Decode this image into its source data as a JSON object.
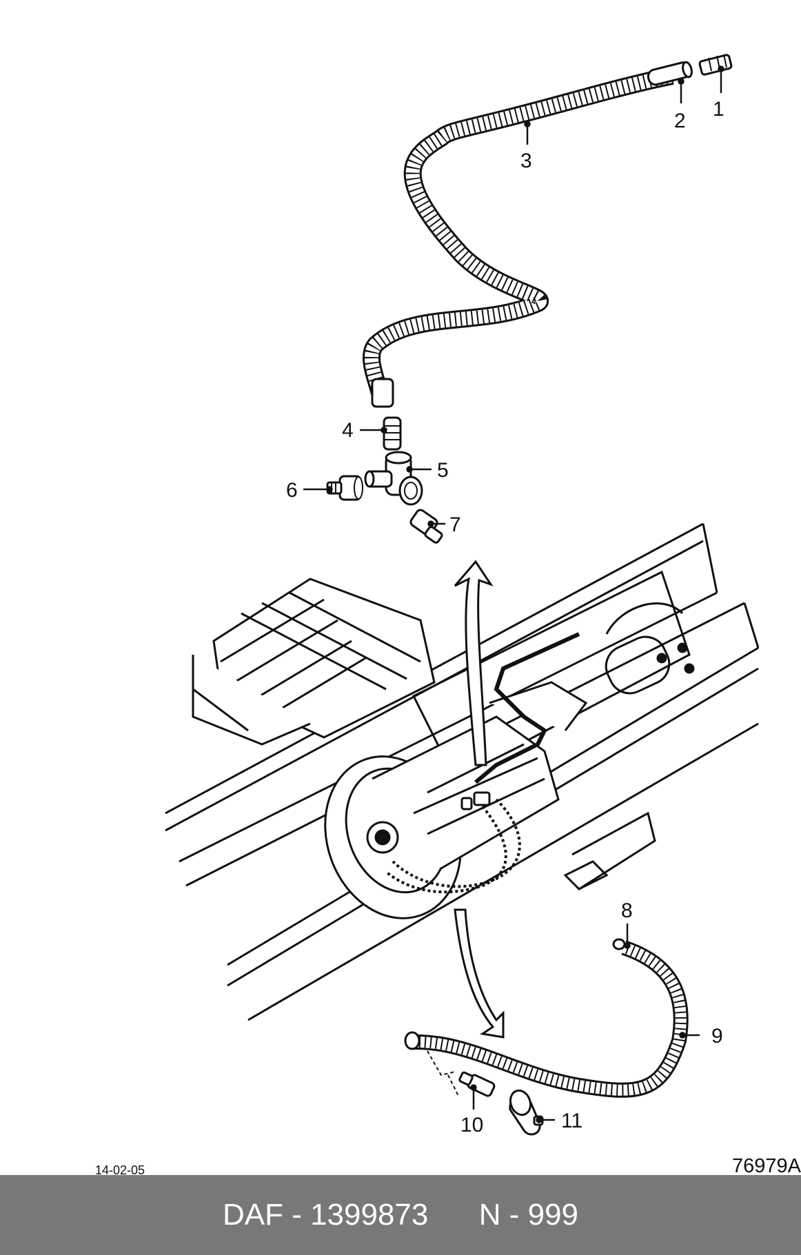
{
  "diagram": {
    "callouts": [
      {
        "id": "1",
        "label": "1"
      },
      {
        "id": "2",
        "label": "2"
      },
      {
        "id": "3",
        "label": "3"
      },
      {
        "id": "4",
        "label": "4"
      },
      {
        "id": "5",
        "label": "5"
      },
      {
        "id": "6",
        "label": "6"
      },
      {
        "id": "7",
        "label": "7"
      },
      {
        "id": "8",
        "label": "8"
      },
      {
        "id": "9",
        "label": "9"
      },
      {
        "id": "10",
        "label": "10"
      },
      {
        "id": "11",
        "label": "11"
      }
    ],
    "date_code": "14-02-05",
    "drawing_number": "76979A"
  },
  "footer": {
    "brand": "DAF",
    "separator": "-",
    "part_number": "1399873",
    "variant_label": "N - 999"
  },
  "colors": {
    "line": "#111111",
    "footer_background": "#787878",
    "footer_text": "#ffffff"
  }
}
